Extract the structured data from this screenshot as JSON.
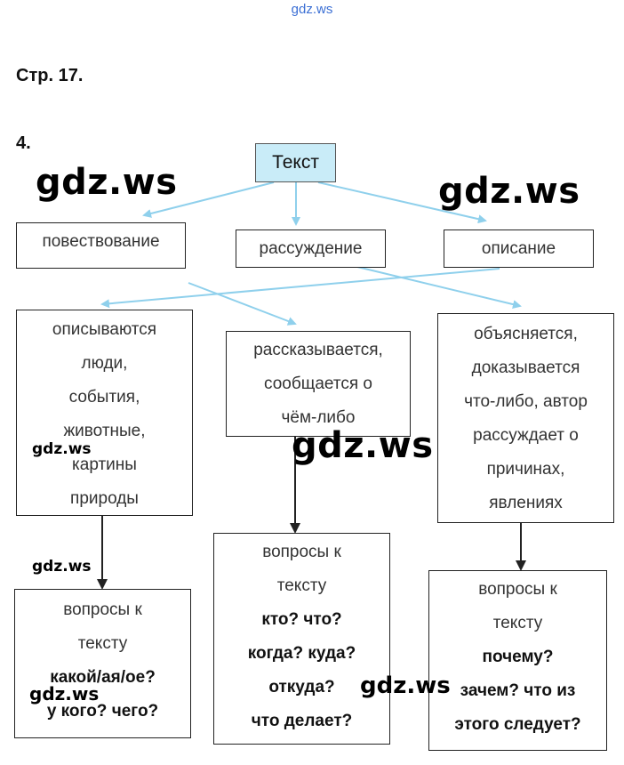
{
  "header_watermark": "gdz.ws",
  "page_ref": "Стр. 17.",
  "task_number": "4.",
  "watermarks": {
    "big_1": "gdz.ws",
    "big_2": "gdz.ws",
    "big_3": "gdz.ws",
    "big_4": "gdz.ws",
    "small_1": "gdz.ws",
    "small_2": "gdz.ws",
    "small_3": "gdz.ws"
  },
  "diagram": {
    "root": "Текст",
    "types": [
      "повествование",
      "рассуждение",
      "описание"
    ],
    "descriptions": {
      "left": [
        "описываются",
        "люди,",
        "события,",
        "животные,",
        "картины",
        "природы"
      ],
      "middle": [
        "рассказывается,",
        "сообщается о",
        "чём-либо"
      ],
      "right": [
        "объясняется,",
        "доказывается",
        "что-либо, автор",
        "рассуждает о",
        "причинах,",
        "явлениях"
      ]
    },
    "questions": {
      "left": {
        "heading": [
          "вопросы к",
          "тексту"
        ],
        "items": [
          "какой/ая/ое?",
          "у кого? чего?"
        ]
      },
      "middle": {
        "heading": [
          "вопросы к",
          "тексту"
        ],
        "items": [
          "кто? что?",
          "когда? куда?",
          "откуда?",
          "что делает?"
        ]
      },
      "right": {
        "heading": [
          "вопросы к",
          "тексту"
        ],
        "items": [
          "почему?",
          "зачем? что из",
          "этого следует?"
        ]
      }
    }
  },
  "colors": {
    "root_fill": "#c9ecf8",
    "link_blue": "#8fd0ec",
    "arrow_dark": "#222222",
    "watermark_top": "#3b6fd4"
  }
}
